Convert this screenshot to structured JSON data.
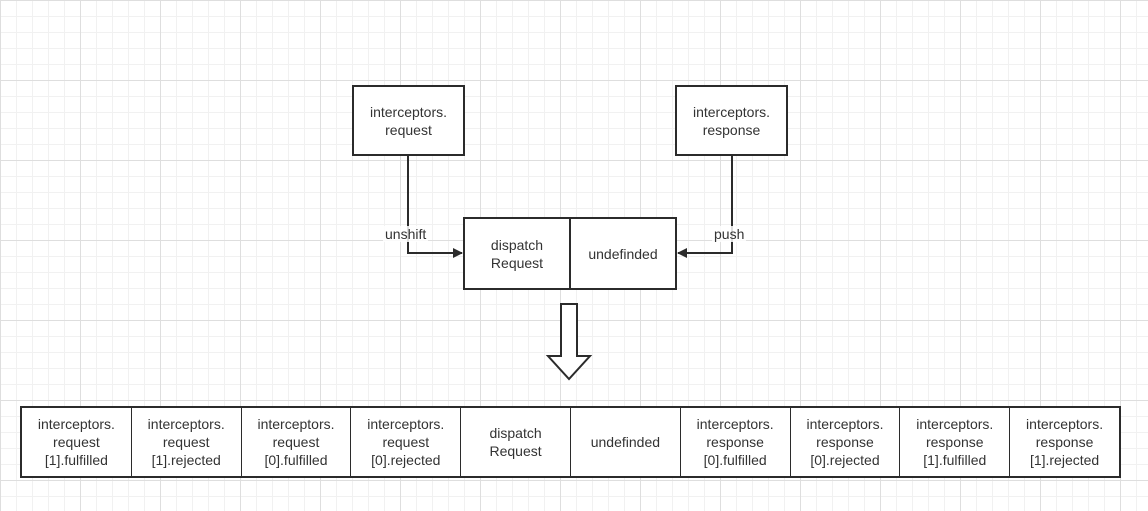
{
  "top_boxes": {
    "request": "interceptors.\nrequest",
    "response": "interceptors.\nresponse"
  },
  "middle_box": {
    "left": "dispatch\nRequest",
    "right": "undefinded"
  },
  "labels": {
    "unshift": "unshift",
    "push": "push"
  },
  "bottom_row": [
    "interceptors.\nrequest\n[1].fulfilled",
    "interceptors.\nrequest\n[1].rejected",
    "interceptors.\nrequest\n[0].fulfilled",
    "interceptors.\nrequest\n[0].rejected",
    "dispatch\nRequest",
    "undefinded",
    "interceptors.\nresponse\n[0].fulfilled",
    "interceptors.\nresponse\n[0].rejected",
    "interceptors.\nresponse\n[1].fulfilled",
    "interceptors.\nresponse\n[1].rejected"
  ]
}
